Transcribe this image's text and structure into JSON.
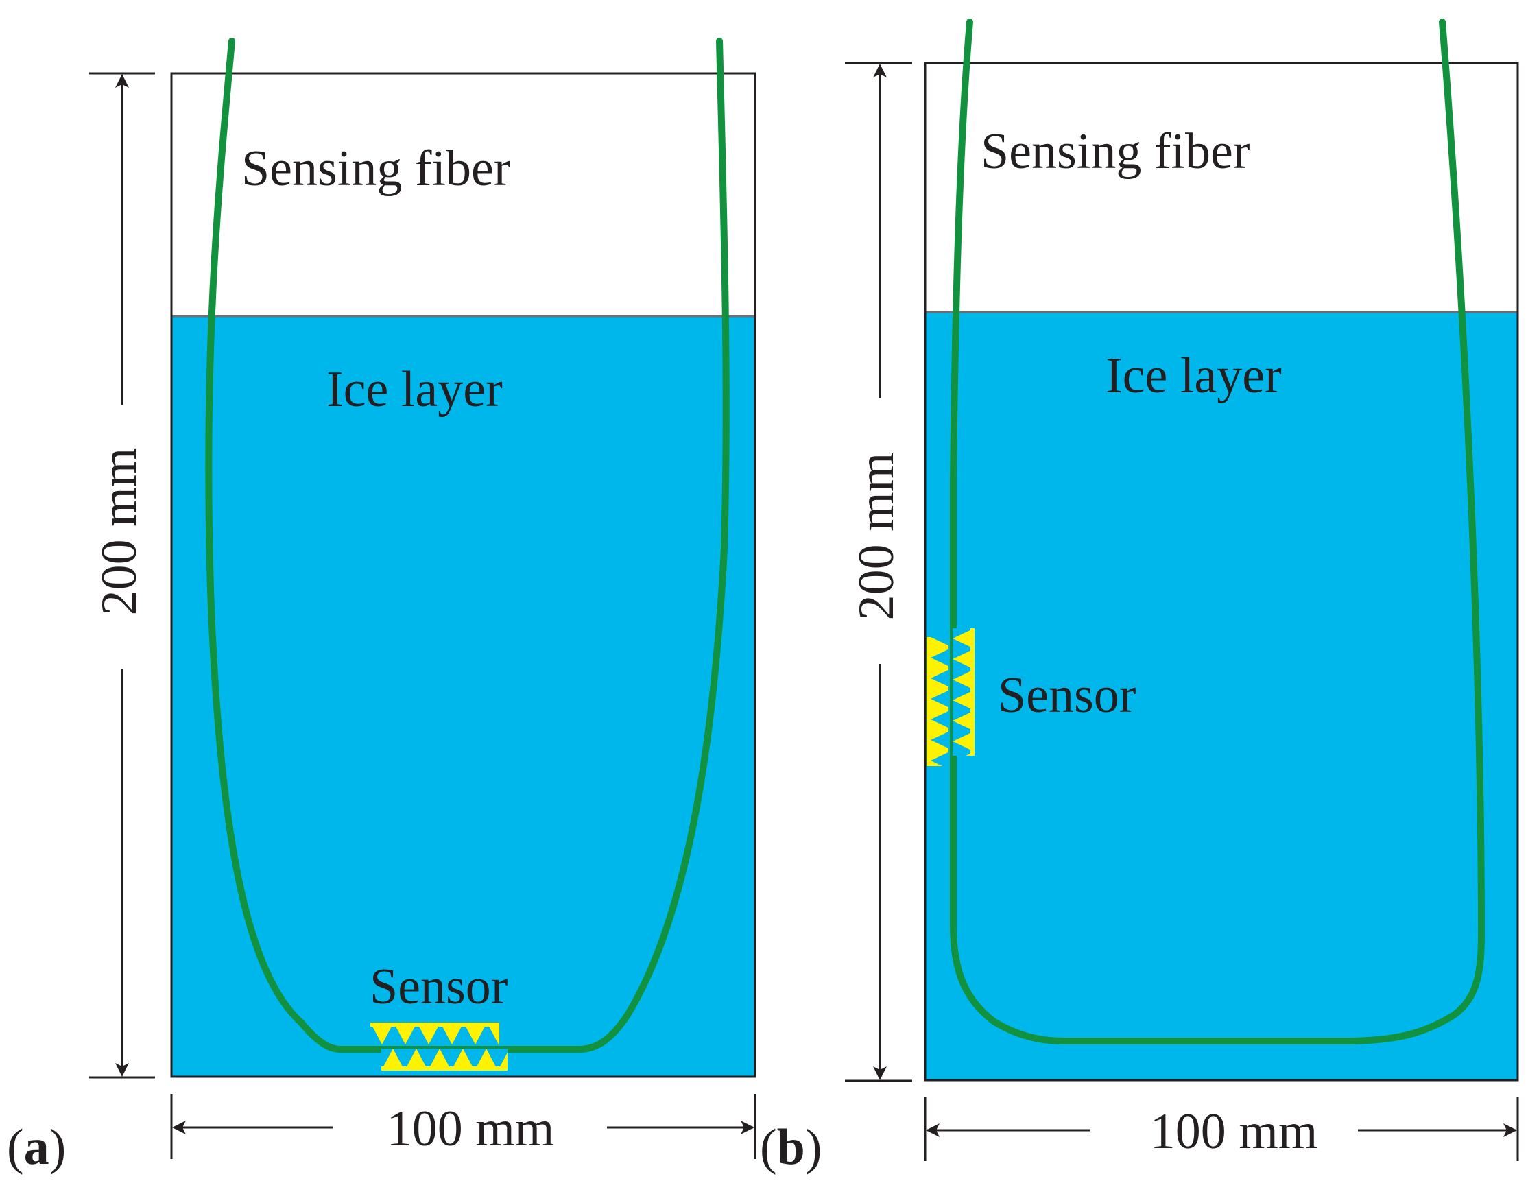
{
  "panel_a": {
    "panel_label": "(a)",
    "fiber_label": "Sensing fiber",
    "ice_label": "Ice layer",
    "sensor_label": "Sensor",
    "height_dim": "200 mm",
    "width_dim": "100 mm",
    "sensor_position": "bottom"
  },
  "panel_b": {
    "panel_label": "(b)",
    "fiber_label": "Sensing fiber",
    "ice_label": "Ice layer",
    "sensor_label": "Sensor",
    "height_dim": "200 mm",
    "width_dim": "100 mm",
    "sensor_position": "left-wall"
  },
  "colors": {
    "ice": "#00b7eb",
    "fiber": "#12913e",
    "sensor": "#fff200",
    "container_outline": "#231f20",
    "dimension_lines": "#231f20"
  }
}
